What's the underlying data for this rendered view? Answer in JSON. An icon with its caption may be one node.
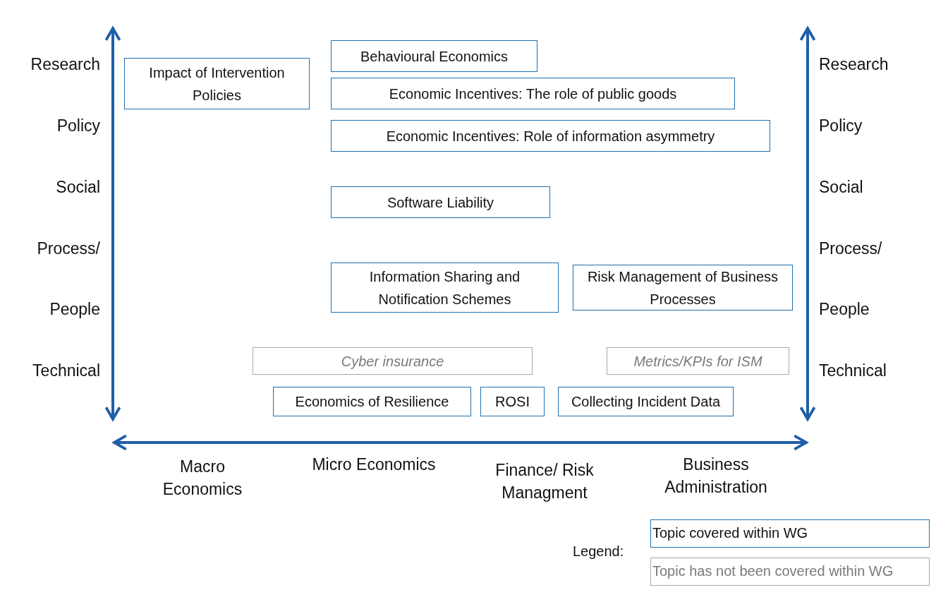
{
  "diagram": {
    "nodes": [
      {
        "text": [
          "Impact of Intervention Policies"
        ]
      },
      {
        "text": [
          "Behavioural Economics"
        ]
      },
      {
        "text": [
          "Economic Incentives: The role of public goods"
        ]
      },
      {
        "text": [
          "Economic Incentives: Role of information asymmetry"
        ]
      },
      {
        "text": [
          "Software Liability"
        ]
      },
      {
        "text": [
          "Information Sharing and Notification Schemes"
        ]
      },
      {
        "text": [
          "Risk Management of Business Processes"
        ]
      },
      {
        "text": [
          "Cyber insurance"
        ]
      },
      {
        "text": [
          "Metrics/KPIs for ISM"
        ]
      },
      {
        "text": [
          "Economics of Resilience"
        ]
      },
      {
        "text": [
          "ROSI"
        ]
      },
      {
        "text": [
          "Collecting Incident Data"
        ]
      }
    ],
    "labels": [
      "Research",
      "Research",
      "Policy",
      "Policy",
      "Social",
      "Social",
      "Process/",
      "Process/",
      "People",
      "People",
      "Technical",
      "Technical",
      "Macro Economics",
      "Micro Economics",
      "Finance/ Risk Managment",
      "Business Administration",
      "Legend:"
    ],
    "legend": [
      {
        "text": "Topic covered within WG"
      },
      {
        "text": "Topic has not been covered within WG"
      }
    ]
  }
}
